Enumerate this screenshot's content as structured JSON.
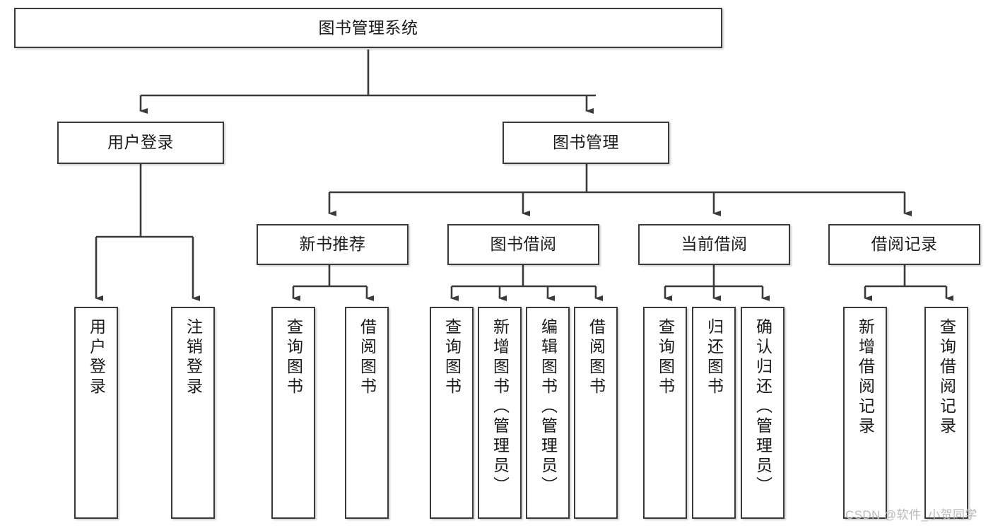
{
  "diagram": {
    "type": "tree-hierarchy",
    "title": "图书管理系统",
    "root": {
      "id": "root",
      "label": "图书管理系统",
      "orientation": "horizontal"
    },
    "level2": [
      {
        "id": "user-login",
        "label": "用户登录",
        "orientation": "horizontal"
      },
      {
        "id": "book-management",
        "label": "图书管理",
        "orientation": "horizontal"
      }
    ],
    "level3": [
      {
        "id": "new-book-recommend",
        "label": "新书推荐",
        "orientation": "horizontal",
        "parent": "book-management"
      },
      {
        "id": "book-borrow",
        "label": "图书借阅",
        "orientation": "horizontal",
        "parent": "book-management"
      },
      {
        "id": "current-borrow",
        "label": "当前借阅",
        "orientation": "horizontal",
        "parent": "book-management"
      },
      {
        "id": "borrow-record",
        "label": "借阅记录",
        "orientation": "horizontal",
        "parent": "book-management"
      }
    ],
    "leaves": [
      {
        "id": "leaf-user-login",
        "label": "用户登录",
        "orientation": "vertical",
        "parent": "user-login"
      },
      {
        "id": "leaf-user-logout",
        "label": "注销登录",
        "orientation": "vertical",
        "parent": "user-login"
      },
      {
        "id": "leaf-query-book-1",
        "label": "查询图书",
        "orientation": "vertical",
        "parent": "new-book-recommend"
      },
      {
        "id": "leaf-borrow-book-1",
        "label": "借阅图书",
        "orientation": "vertical",
        "parent": "new-book-recommend"
      },
      {
        "id": "leaf-query-book-2",
        "label": "查询图书",
        "orientation": "vertical",
        "parent": "book-borrow"
      },
      {
        "id": "leaf-add-book",
        "label": "新增图书（管理员）",
        "orientation": "vertical",
        "parent": "book-borrow"
      },
      {
        "id": "leaf-edit-book",
        "label": "编辑图书（管理员）",
        "orientation": "vertical",
        "parent": "book-borrow"
      },
      {
        "id": "leaf-borrow-book-2",
        "label": "借阅图书",
        "orientation": "vertical",
        "parent": "book-borrow"
      },
      {
        "id": "leaf-query-book-3",
        "label": "查询图书",
        "orientation": "vertical",
        "parent": "current-borrow"
      },
      {
        "id": "leaf-return-book",
        "label": "归还图书",
        "orientation": "vertical",
        "parent": "current-borrow"
      },
      {
        "id": "leaf-confirm-return",
        "label": "确认归还（管理员）",
        "orientation": "vertical",
        "parent": "current-borrow"
      },
      {
        "id": "leaf-add-record",
        "label": "新增借阅记录",
        "orientation": "vertical",
        "parent": "borrow-record"
      },
      {
        "id": "leaf-query-record",
        "label": "查询借阅记录",
        "orientation": "vertical",
        "parent": "borrow-record"
      }
    ],
    "colors": {
      "stroke": "#3a3a3a",
      "fill": "#ffffff",
      "text": "#1a1a1a",
      "watermark": "#b9b9b9"
    }
  },
  "watermark": {
    "text": "CSDN @软件_小贺同学"
  }
}
